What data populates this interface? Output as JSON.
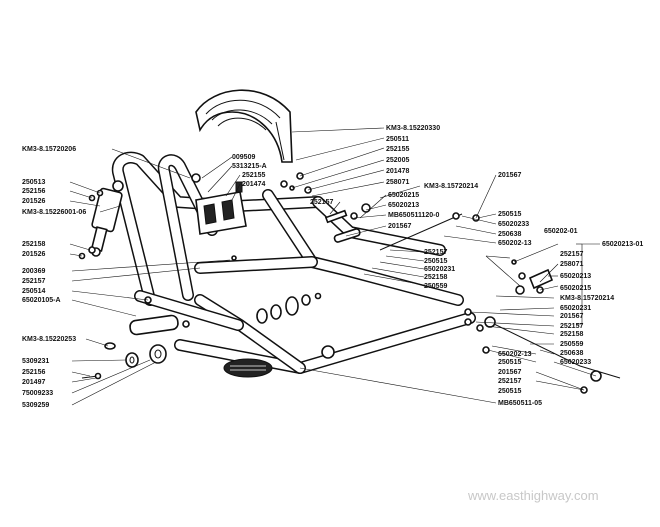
{
  "diagram": {
    "part_numbers": [
      "KM3-8.15220330",
      "250511",
      "252155",
      "252005",
      "201478",
      "258071",
      "KM3-8.15720214",
      "252157",
      "65020215",
      "65020213",
      "MB650511120-0",
      "201567",
      "201567",
      "250515",
      "650202-01",
      "65020233",
      "250638",
      "650202-13",
      "252157",
      "250515",
      "65020231",
      "252158",
      "250559",
      "KM3-8.15720206",
      "009509",
      "5313215-A",
      "252155",
      "201474",
      "250513",
      "252156",
      "201526",
      "KM3-8.15226001-06",
      "252158",
      "201526",
      "200369",
      "252157",
      "250514",
      "65020105-A",
      "KM3-8.15220253",
      "5309231",
      "252156",
      "201497",
      "75009233",
      "5309259",
      "MB650511-05",
      "65020213-01",
      "252157",
      "258071",
      "65020213",
      "65020215",
      "KM3-8.15720214",
      "65020231",
      "201567",
      "252157",
      "252158",
      "250559",
      "650202-13",
      "250638",
      "250515",
      "65020233",
      "201567",
      "252157",
      "250515"
    ],
    "watermark": "www.easthighway.com"
  }
}
